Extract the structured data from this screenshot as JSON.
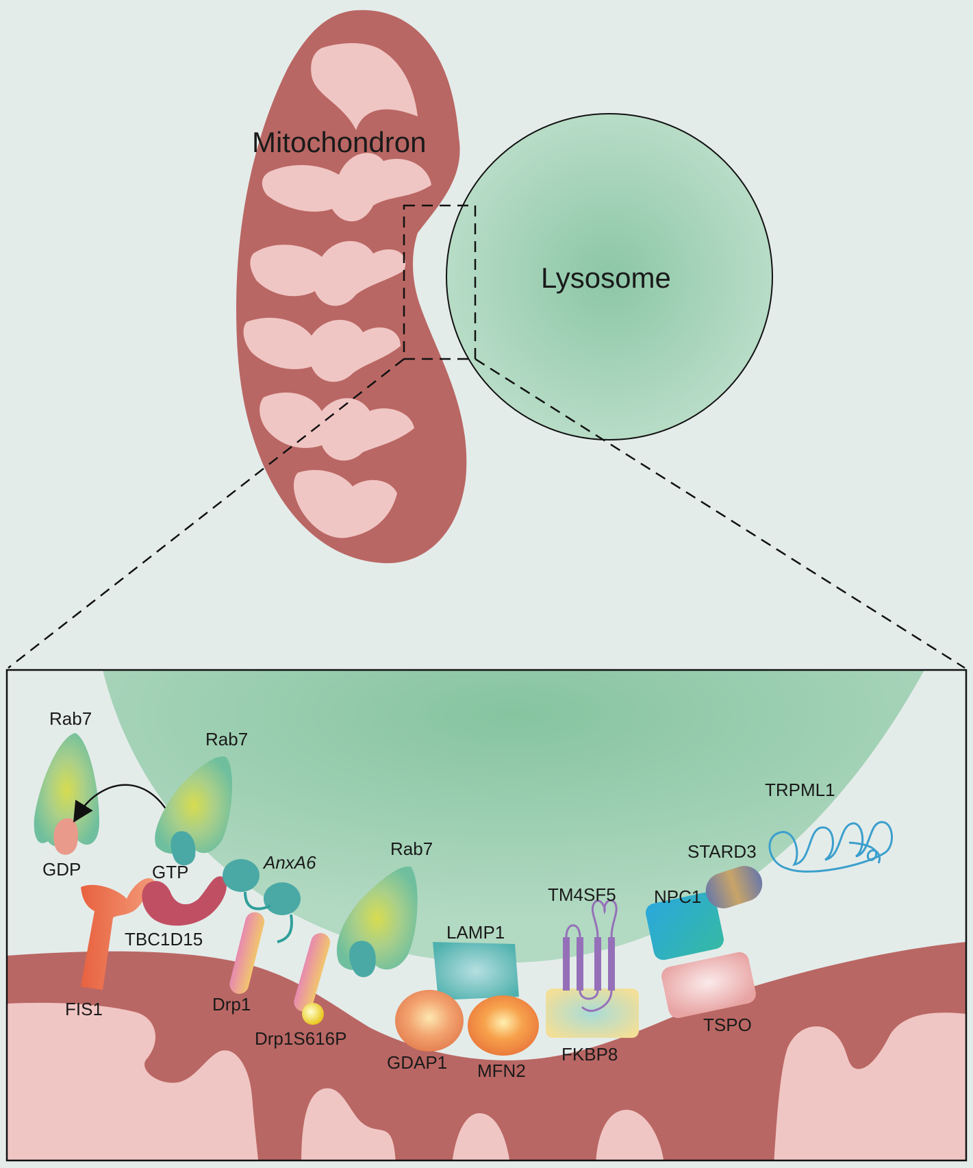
{
  "labels": {
    "mitochondron": "Mitochondron",
    "lysosome": "Lysosome",
    "rab7_gdp_top": "Rab7",
    "rab7_gtp_top": "Rab7",
    "rab7_center": "Rab7",
    "gdp": "GDP",
    "gtp": "GTP",
    "tbc1d15": "TBC1D15",
    "fis1": "FIS1",
    "anxa6": "AnxA6",
    "drp1": "Drp1",
    "drp1s616p": "Drp1S616P",
    "lamp1": "LAMP1",
    "gdap1": "GDAP1",
    "mfn2": "MFN2",
    "tm4sf5": "TM4SF5",
    "fkbp8": "FKBP8",
    "npc1": "NPC1",
    "stard3": "STARD3",
    "tspo": "TSPO",
    "trpml1": "TRPML1"
  },
  "colors": {
    "background": "#e4ecea",
    "mitochondria_matrix": "#b96764",
    "mitochondria_cristae": "#f0c6c4",
    "lysosome_center": "#8fc8a8",
    "lysosome_edge": "#b7dcc6"
  }
}
